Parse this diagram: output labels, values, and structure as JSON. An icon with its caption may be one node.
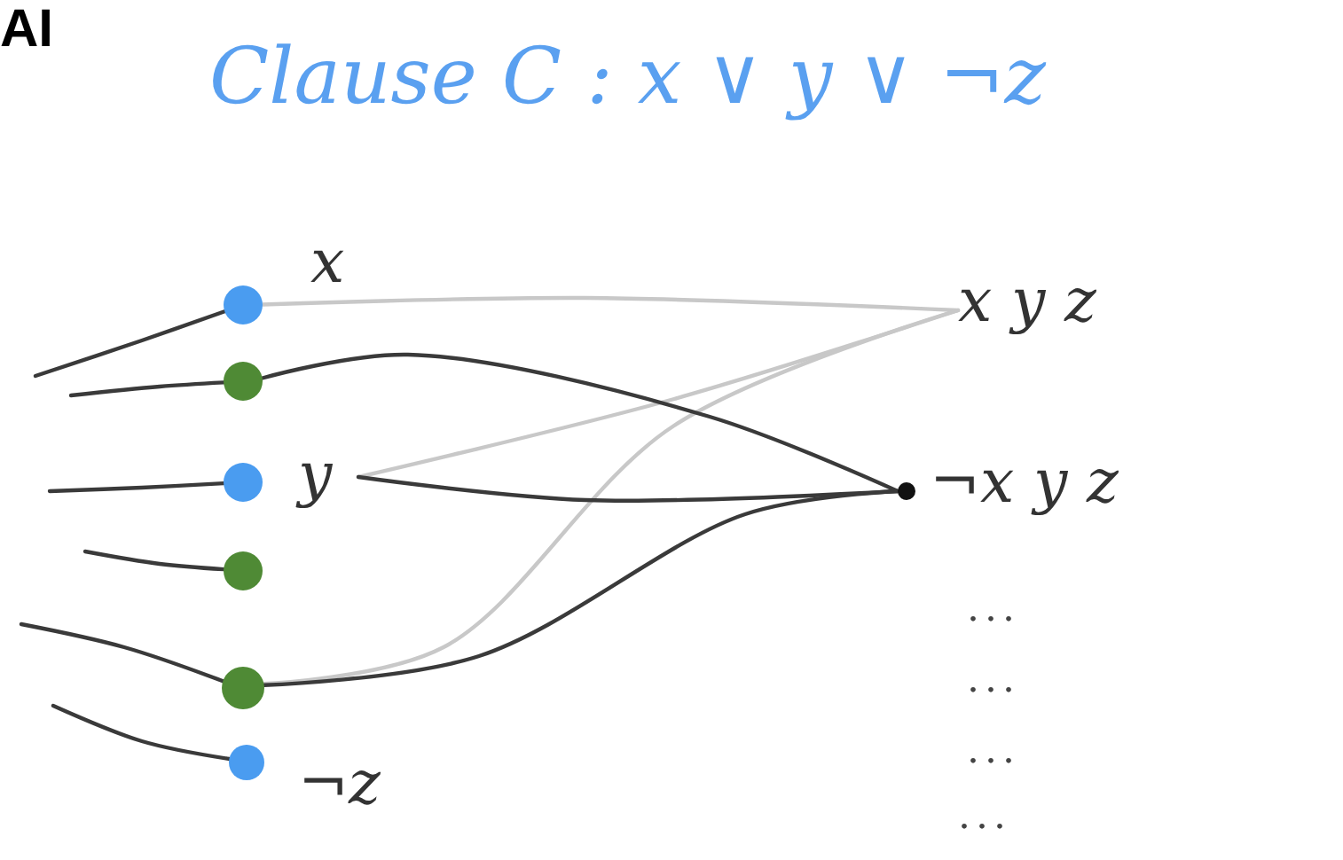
{
  "diagram": {
    "title": "Clause C : x ∨ y ∨ ¬z",
    "nodes": [
      {
        "text": [],
        "shape": "circle",
        "beside": [
          "x"
        ]
      },
      {
        "text": [],
        "shape": "circle"
      },
      {
        "text": [],
        "shape": "circle"
      },
      {
        "text": [
          "y"
        ]
      },
      {
        "text": [],
        "shape": "circle"
      },
      {
        "text": [],
        "shape": "circle"
      },
      {
        "text": [],
        "shape": "circle",
        "beside": [
          "¬z"
        ]
      },
      {
        "text": [
          "x y z"
        ]
      },
      {
        "text": [
          "¬x y z"
        ]
      }
    ],
    "edges": [
      {
        "from": null,
        "to": 0,
        "arrow": "none"
      },
      {
        "from": null,
        "to": 1,
        "arrow": "none"
      },
      {
        "from": null,
        "to": 2,
        "arrow": "none"
      },
      {
        "from": null,
        "to": 4,
        "arrow": "none"
      },
      {
        "from": null,
        "to": 5,
        "arrow": "none"
      },
      {
        "from": null,
        "to": 6,
        "arrow": "none"
      },
      {
        "from": 0,
        "to": 7,
        "arrow": "none",
        "color": "#c8c8c8"
      },
      {
        "from": 3,
        "to": 7,
        "arrow": "none",
        "color": "#c8c8c8"
      },
      {
        "from": 5,
        "to": 7,
        "arrow": "none",
        "color": "#c8c8c8"
      },
      {
        "from": 1,
        "to": 8,
        "arrow": "none"
      },
      {
        "from": 3,
        "to": 8,
        "arrow": "none"
      },
      {
        "from": 5,
        "to": 8,
        "arrow": "none"
      }
    ],
    "labels": [
      "AI",
      "...",
      "...",
      "...",
      "..."
    ]
  }
}
